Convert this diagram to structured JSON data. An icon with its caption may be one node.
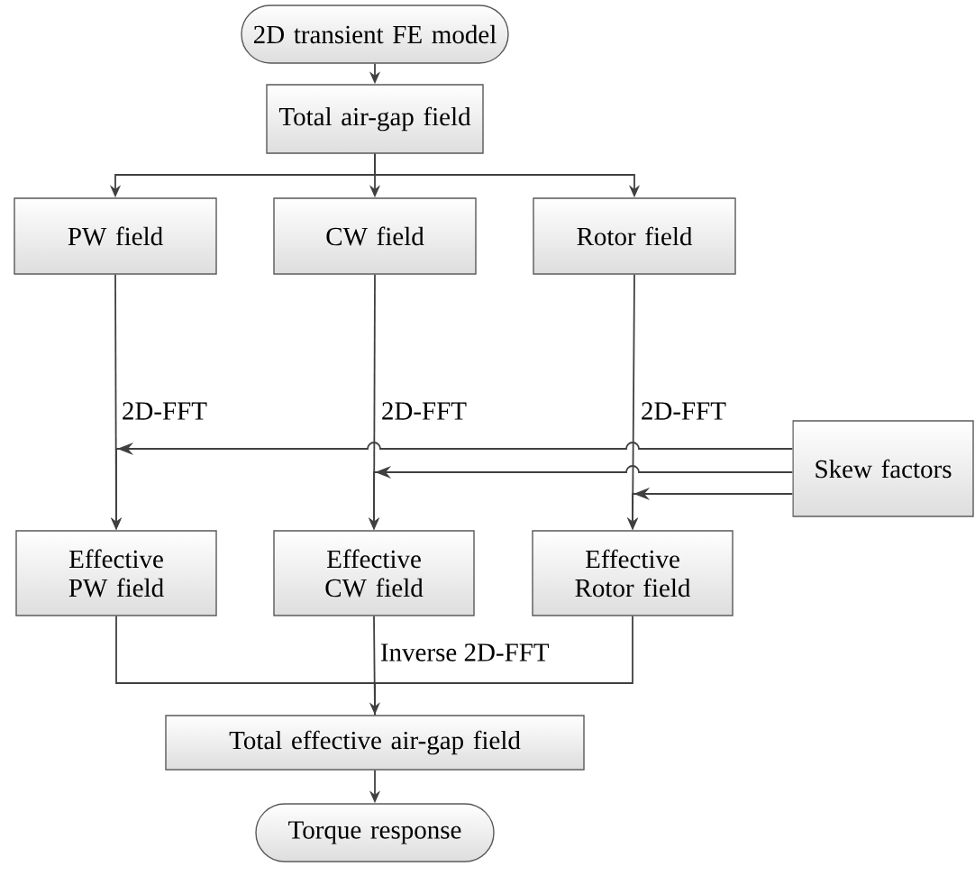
{
  "diagram": {
    "nodes": [
      {
        "text": [
          "2D transient FE model"
        ]
      },
      {
        "text": [
          "Total air-gap field"
        ]
      },
      {
        "text": [
          "PW field"
        ]
      },
      {
        "text": [
          "CW field"
        ]
      },
      {
        "text": [
          "Rotor field"
        ]
      },
      {
        "text": [
          "Skew factors"
        ]
      },
      {
        "text": [
          "Effective PW field"
        ]
      },
      {
        "text": [
          "Effective CW field"
        ]
      },
      {
        "text": [
          "Effective Rotor field"
        ]
      },
      {
        "text": [
          "Total effective air-gap field"
        ]
      },
      {
        "text": [
          "Torque response"
        ]
      }
    ],
    "edges": [
      {
        "from": 0,
        "to": 1,
        "arrow": "to"
      },
      {
        "from": 1,
        "to": 2,
        "arrow": "to"
      },
      {
        "from": 1,
        "to": 3,
        "arrow": "to"
      },
      {
        "from": 1,
        "to": 4,
        "arrow": "to"
      },
      {
        "from": 2,
        "to": 6,
        "arrow": "to",
        "label": "2D-FFT"
      },
      {
        "from": 3,
        "to": 7,
        "arrow": "to",
        "label": "2D-FFT"
      },
      {
        "from": 4,
        "to": 8,
        "arrow": "to",
        "label": "2D-FFT"
      },
      {
        "from": 5,
        "to": 6,
        "arrow": "to"
      },
      {
        "from": 5,
        "to": 7,
        "arrow": "to"
      },
      {
        "from": 5,
        "to": 8,
        "arrow": "to"
      },
      {
        "from": 6,
        "to": 9,
        "arrow": "none"
      },
      {
        "from": 7,
        "to": 9,
        "arrow": "to",
        "label": "Inverse 2D-FFT"
      },
      {
        "from": 8,
        "to": 9,
        "arrow": "none"
      },
      {
        "from": 9,
        "to": 10,
        "arrow": "to"
      }
    ]
  }
}
